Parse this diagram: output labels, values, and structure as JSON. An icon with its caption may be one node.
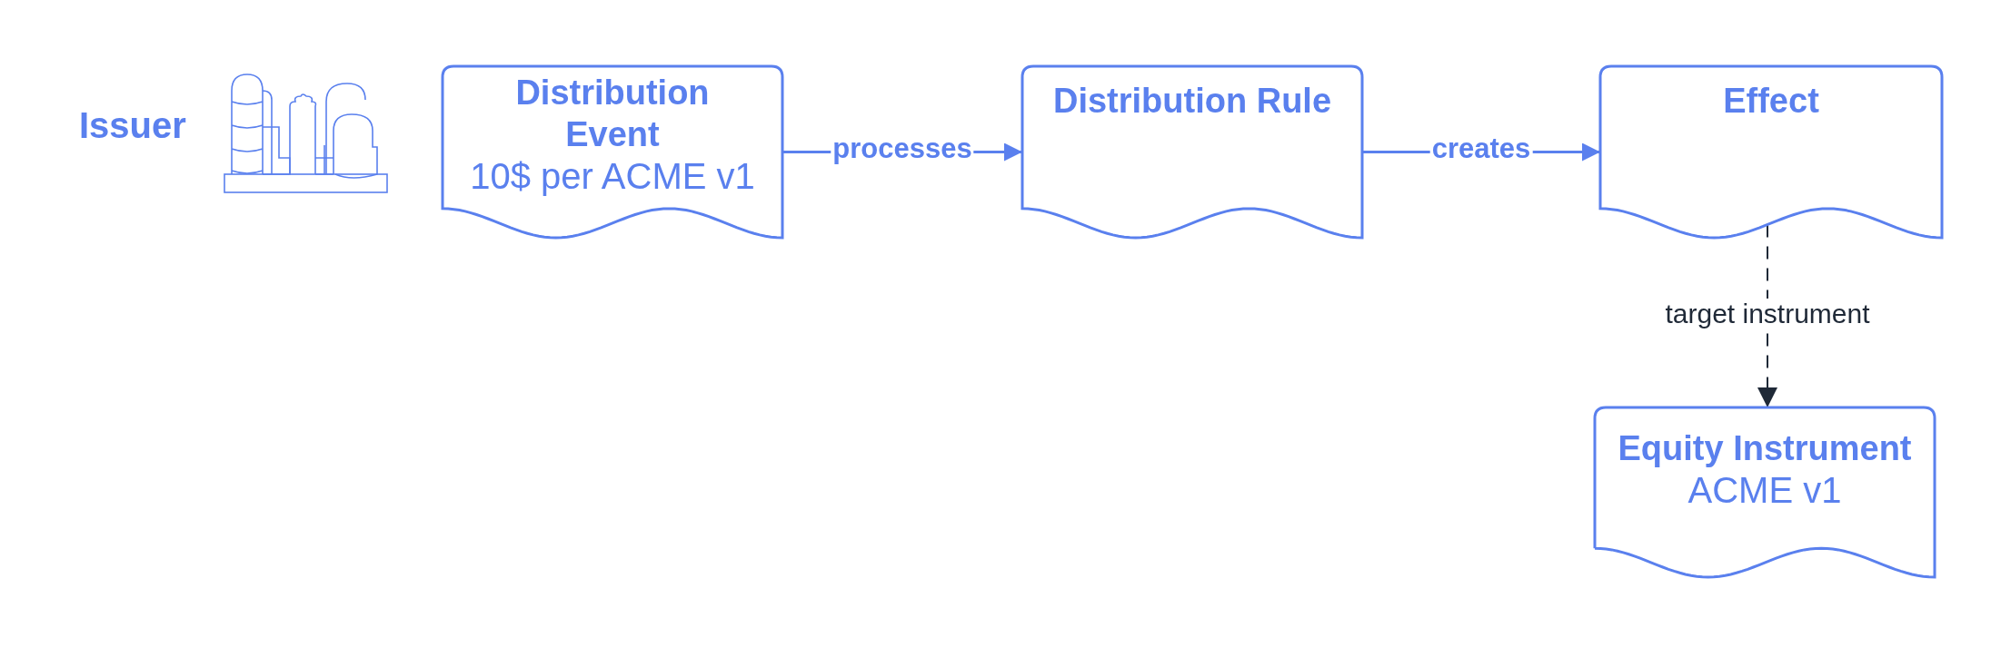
{
  "diagram": {
    "nodes": [
      {
        "text": [
          "Distribution Event",
          "10$ per ACME v1"
        ]
      },
      {
        "text": [
          "Distribution Rule"
        ]
      },
      {
        "text": [
          "Effect"
        ]
      },
      {
        "text": [
          "Equity Instrument",
          "ACME v1"
        ]
      }
    ],
    "edges": [
      {
        "from": 0,
        "to": 1,
        "arrow": "to",
        "label": "processes"
      },
      {
        "from": 1,
        "to": 2,
        "arrow": "to",
        "label": "creates"
      },
      {
        "from": 2,
        "to": 3,
        "arrow": "to",
        "label": "target instrument",
        "style": "dashed",
        "color": "#1f2937"
      }
    ],
    "labels": [
      "Issuer"
    ]
  }
}
